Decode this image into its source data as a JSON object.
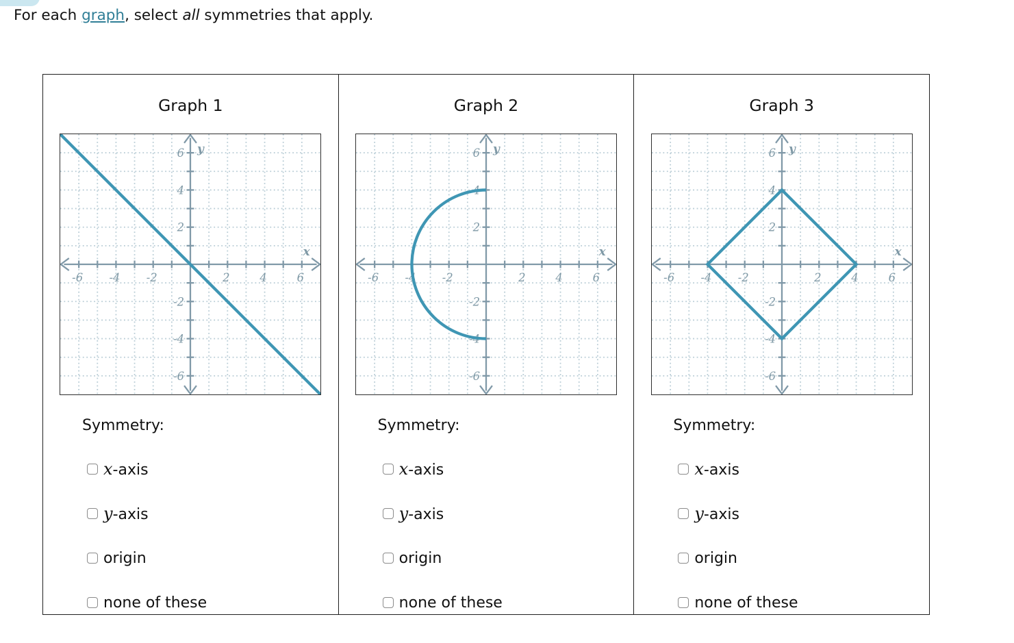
{
  "prompt": {
    "prefix": "For each ",
    "link": "graph",
    "mid": ", select ",
    "italic": "all",
    "suffix": " symmetries that apply."
  },
  "colors": {
    "curve": "#3f96b4",
    "axis": "#8099a8",
    "tick_label": "#7f99a6",
    "grid": "#b8ccd5",
    "link": "#2f7e96",
    "table_border": "#1f1f1f",
    "checkbox_border": "#8b8b8b",
    "blob": "#cbe7f0"
  },
  "axes": {
    "xlabel": "x",
    "ylabel": "y",
    "range": [
      -7,
      7
    ],
    "grid_step": 1,
    "tick_step": 1,
    "tick_labels": [
      -6,
      -4,
      -2,
      2,
      4,
      6
    ]
  },
  "graphs": [
    {
      "title": "Graph 1",
      "curve": {
        "kind": "polyline",
        "points": [
          [
            -7,
            7
          ],
          [
            7,
            -7
          ]
        ]
      }
    },
    {
      "title": "Graph 2",
      "curve": {
        "kind": "arc",
        "cx": 0,
        "cy": 0,
        "r": 4,
        "start_deg": 90,
        "end_deg": 270
      }
    },
    {
      "title": "Graph 3",
      "curve": {
        "kind": "polygon",
        "points": [
          [
            0,
            4
          ],
          [
            4,
            0
          ],
          [
            0,
            -4
          ],
          [
            -4,
            0
          ]
        ]
      }
    }
  ],
  "symmetry": {
    "heading": "Symmetry:",
    "options": [
      {
        "math": "x",
        "text": "-axis",
        "checked": false
      },
      {
        "math": "y",
        "text": "-axis",
        "checked": false
      },
      {
        "math": "",
        "text": "origin",
        "checked": false
      },
      {
        "math": "",
        "text": "none of these",
        "checked": false
      }
    ]
  }
}
